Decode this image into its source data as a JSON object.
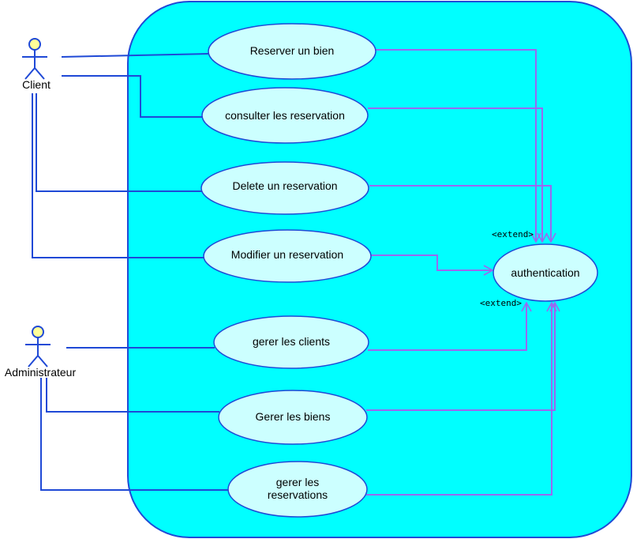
{
  "system_boundary": {
    "fill": "#00ffff",
    "stroke": "#1f49d6"
  },
  "actors": {
    "client": "Client",
    "administrateur": "Administrateur"
  },
  "use_cases": {
    "reserver": "Reserver un bien",
    "consulter": "consulter les reservation",
    "delete": "Delete un reservation",
    "modifier": "Modifier un reservation",
    "authentication": "authentication",
    "gerer_clients": "gerer les clients",
    "gerer_biens": "Gerer les biens",
    "gerer_reservations_line1": "gerer les",
    "gerer_reservations_line2": "reservations"
  },
  "stereotypes": {
    "extend_top": "<extend>",
    "extend_bottom": "<extend>"
  },
  "colors": {
    "association": "#1f49d6",
    "extend": "#9a68f0",
    "use_case_fill": "#ccffff",
    "actor_head": "#ffff99"
  }
}
